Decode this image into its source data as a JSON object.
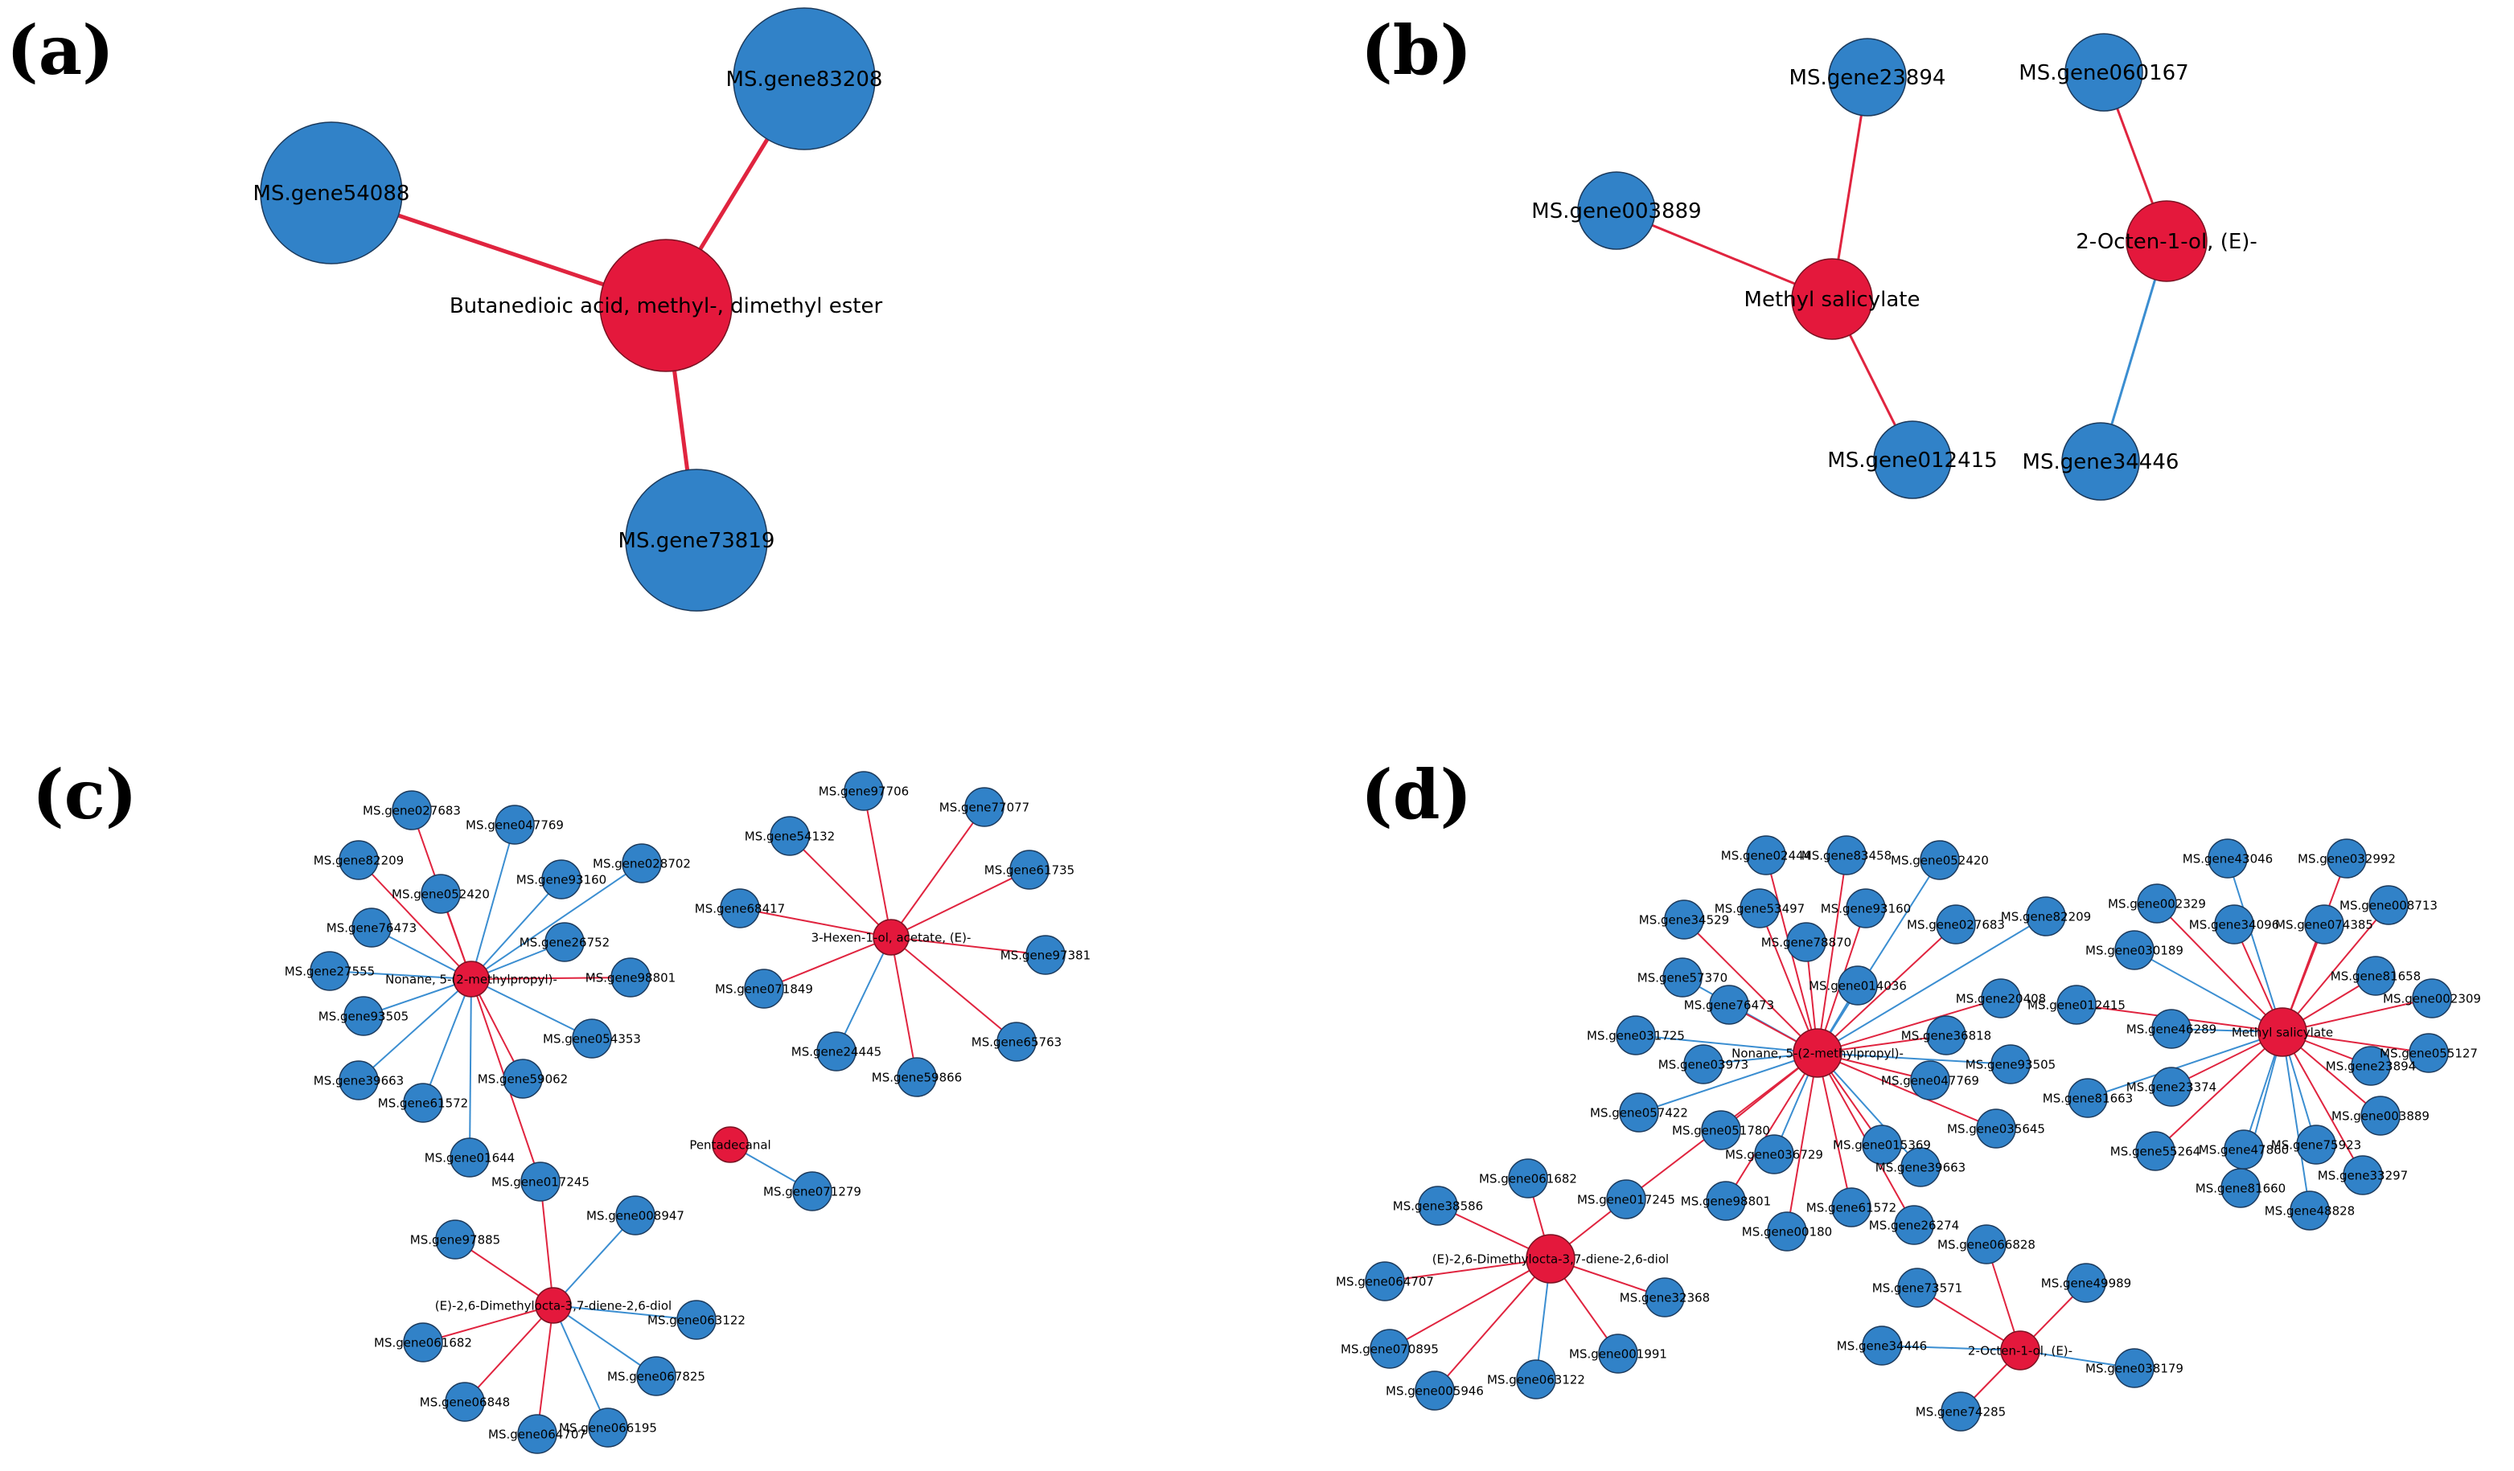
{
  "colors": {
    "gene_node": "#3182c8",
    "metabolite_node": "#e4183c",
    "positive_edge": "#e0243f",
    "negative_edge": "#3b8ed1",
    "background": "#ffffff"
  },
  "panels": [
    {
      "id": "a",
      "label": "(a)",
      "metabolites": [
        "Butanedioic acid, methyl-, dimethyl ester"
      ],
      "genes": [
        "MS.gene83208",
        "MS.gene54088",
        "MS.gene73819"
      ],
      "edges": [
        [
          "Butanedioic acid, methyl-, dimethyl ester",
          "MS.gene83208",
          "positive"
        ],
        [
          "Butanedioic acid, methyl-, dimethyl ester",
          "MS.gene54088",
          "positive"
        ],
        [
          "Butanedioic acid, methyl-, dimethyl ester",
          "MS.gene73819",
          "positive"
        ]
      ]
    },
    {
      "id": "b",
      "label": "(b)",
      "metabolites": [
        "Methyl salicylate",
        "2-Octen-1-ol, (E)-"
      ],
      "genes": [
        "MS.gene23894",
        "MS.gene003889",
        "MS.gene012415",
        "MS.gene060167",
        "MS.gene34446"
      ],
      "edges": [
        [
          "Methyl salicylate",
          "MS.gene23894",
          "positive"
        ],
        [
          "Methyl salicylate",
          "MS.gene003889",
          "positive"
        ],
        [
          "Methyl salicylate",
          "MS.gene012415",
          "positive"
        ],
        [
          "2-Octen-1-ol, (E)-",
          "MS.gene060167",
          "positive"
        ],
        [
          "2-Octen-1-ol, (E)-",
          "MS.gene34446",
          "negative"
        ]
      ]
    },
    {
      "id": "c",
      "label": "(c)",
      "metabolites": [
        "Nonane, 5-(2-methylpropyl)-",
        "3-Hexen-1-ol, acetate, (E)-",
        "Pentadecanal",
        "(E)-2,6-Dimethylocta-3,7-diene-2,6-diol"
      ],
      "genes": [
        "MS.gene027683",
        "MS.gene047769",
        "MS.gene82209",
        "MS.gene028702",
        "MS.gene93160",
        "MS.gene052420",
        "MS.gene76473",
        "MS.gene26752",
        "MS.gene27555",
        "MS.gene98801",
        "MS.gene93505",
        "MS.gene054353",
        "MS.gene39663",
        "MS.gene59062",
        "MS.gene61572",
        "MS.gene01644",
        "MS.gene017245",
        "MS.gene97706",
        "MS.gene77077",
        "MS.gene54132",
        "MS.gene61735",
        "MS.gene68417",
        "MS.gene97381",
        "MS.gene071849",
        "MS.gene24445",
        "MS.gene65763",
        "MS.gene59866",
        "MS.gene071279",
        "MS.gene008947",
        "MS.gene97885",
        "MS.gene063122",
        "MS.gene061682",
        "MS.gene067825",
        "MS.gene06848",
        "MS.gene064707",
        "MS.gene066195"
      ],
      "edges": [
        [
          "Nonane, 5-(2-methylpropyl)-",
          "MS.gene027683",
          "positive"
        ],
        [
          "Nonane, 5-(2-methylpropyl)-",
          "MS.gene047769",
          "negative"
        ],
        [
          "Nonane, 5-(2-methylpropyl)-",
          "MS.gene82209",
          "positive"
        ],
        [
          "Nonane, 5-(2-methylpropyl)-",
          "MS.gene028702",
          "negative"
        ],
        [
          "Nonane, 5-(2-methylpropyl)-",
          "MS.gene93160",
          "negative"
        ],
        [
          "Nonane, 5-(2-methylpropyl)-",
          "MS.gene052420",
          "positive"
        ],
        [
          "Nonane, 5-(2-methylpropyl)-",
          "MS.gene76473",
          "negative"
        ],
        [
          "Nonane, 5-(2-methylpropyl)-",
          "MS.gene26752",
          "negative"
        ],
        [
          "Nonane, 5-(2-methylpropyl)-",
          "MS.gene27555",
          "negative"
        ],
        [
          "Nonane, 5-(2-methylpropyl)-",
          "MS.gene98801",
          "positive"
        ],
        [
          "Nonane, 5-(2-methylpropyl)-",
          "MS.gene93505",
          "negative"
        ],
        [
          "Nonane, 5-(2-methylpropyl)-",
          "MS.gene054353",
          "negative"
        ],
        [
          "Nonane, 5-(2-methylpropyl)-",
          "MS.gene39663",
          "negative"
        ],
        [
          "Nonane, 5-(2-methylpropyl)-",
          "MS.gene59062",
          "positive"
        ],
        [
          "Nonane, 5-(2-methylpropyl)-",
          "MS.gene61572",
          "negative"
        ],
        [
          "Nonane, 5-(2-methylpropyl)-",
          "MS.gene01644",
          "negative"
        ],
        [
          "Nonane, 5-(2-methylpropyl)-",
          "MS.gene017245",
          "positive"
        ],
        [
          "3-Hexen-1-ol, acetate, (E)-",
          "MS.gene97706",
          "positive"
        ],
        [
          "3-Hexen-1-ol, acetate, (E)-",
          "MS.gene77077",
          "positive"
        ],
        [
          "3-Hexen-1-ol, acetate, (E)-",
          "MS.gene54132",
          "positive"
        ],
        [
          "3-Hexen-1-ol, acetate, (E)-",
          "MS.gene61735",
          "positive"
        ],
        [
          "3-Hexen-1-ol, acetate, (E)-",
          "MS.gene68417",
          "positive"
        ],
        [
          "3-Hexen-1-ol, acetate, (E)-",
          "MS.gene97381",
          "positive"
        ],
        [
          "3-Hexen-1-ol, acetate, (E)-",
          "MS.gene071849",
          "positive"
        ],
        [
          "3-Hexen-1-ol, acetate, (E)-",
          "MS.gene24445",
          "negative"
        ],
        [
          "3-Hexen-1-ol, acetate, (E)-",
          "MS.gene65763",
          "positive"
        ],
        [
          "3-Hexen-1-ol, acetate, (E)-",
          "MS.gene59866",
          "positive"
        ],
        [
          "Pentadecanal",
          "MS.gene071279",
          "negative"
        ],
        [
          "(E)-2,6-Dimethylocta-3,7-diene-2,6-diol",
          "MS.gene017245",
          "positive"
        ],
        [
          "(E)-2,6-Dimethylocta-3,7-diene-2,6-diol",
          "MS.gene008947",
          "negative"
        ],
        [
          "(E)-2,6-Dimethylocta-3,7-diene-2,6-diol",
          "MS.gene97885",
          "positive"
        ],
        [
          "(E)-2,6-Dimethylocta-3,7-diene-2,6-diol",
          "MS.gene063122",
          "negative"
        ],
        [
          "(E)-2,6-Dimethylocta-3,7-diene-2,6-diol",
          "MS.gene061682",
          "positive"
        ],
        [
          "(E)-2,6-Dimethylocta-3,7-diene-2,6-diol",
          "MS.gene067825",
          "negative"
        ],
        [
          "(E)-2,6-Dimethylocta-3,7-diene-2,6-diol",
          "MS.gene06848",
          "positive"
        ],
        [
          "(E)-2,6-Dimethylocta-3,7-diene-2,6-diol",
          "MS.gene064707",
          "positive"
        ],
        [
          "(E)-2,6-Dimethylocta-3,7-diene-2,6-diol",
          "MS.gene066195",
          "negative"
        ]
      ]
    },
    {
      "id": "d",
      "label": "(d)",
      "metabolites": [
        "Nonane, 5-(2-methylpropyl)-",
        "Methyl salicylate",
        "(E)-2,6-Dimethylocta-3,7-diene-2,6-diol",
        "2-Octen-1-ol, (E)-"
      ],
      "genes": [
        "MS.gene02444",
        "MS.gene83458",
        "MS.gene052420",
        "MS.gene53497",
        "MS.gene93160",
        "MS.gene34529",
        "MS.gene78870",
        "MS.gene027683",
        "MS.gene82209",
        "MS.gene57370",
        "MS.gene014036",
        "MS.gene20408",
        "MS.gene76473",
        "MS.gene36818",
        "MS.gene031725",
        "MS.gene03973",
        "MS.gene93505",
        "MS.gene047769",
        "MS.gene057422",
        "MS.gene035645",
        "MS.gene051780",
        "MS.gene015369",
        "MS.gene036729",
        "MS.gene39663",
        "MS.gene98801",
        "MS.gene61572",
        "MS.gene00180",
        "MS.gene26274",
        "MS.gene43046",
        "MS.gene032992",
        "MS.gene002329",
        "MS.gene34096",
        "MS.gene008713",
        "MS.gene074385",
        "MS.gene030189",
        "MS.gene81658",
        "MS.gene012415",
        "MS.gene46289",
        "MS.gene002309",
        "MS.gene055127",
        "MS.gene23894",
        "MS.gene81663",
        "MS.gene23374",
        "MS.gene003889",
        "MS.gene47860",
        "MS.gene75923",
        "MS.gene55264",
        "MS.gene33297",
        "MS.gene81660",
        "MS.gene48828",
        "MS.gene061682",
        "MS.gene38586",
        "MS.gene017245",
        "MS.gene064707",
        "MS.gene32368",
        "MS.gene070895",
        "MS.gene001991",
        "MS.gene005946",
        "MS.gene063122",
        "MS.gene066828",
        "MS.gene73571",
        "MS.gene49989",
        "MS.gene34446",
        "MS.gene038179",
        "MS.gene74285"
      ],
      "edges": []
    }
  ]
}
